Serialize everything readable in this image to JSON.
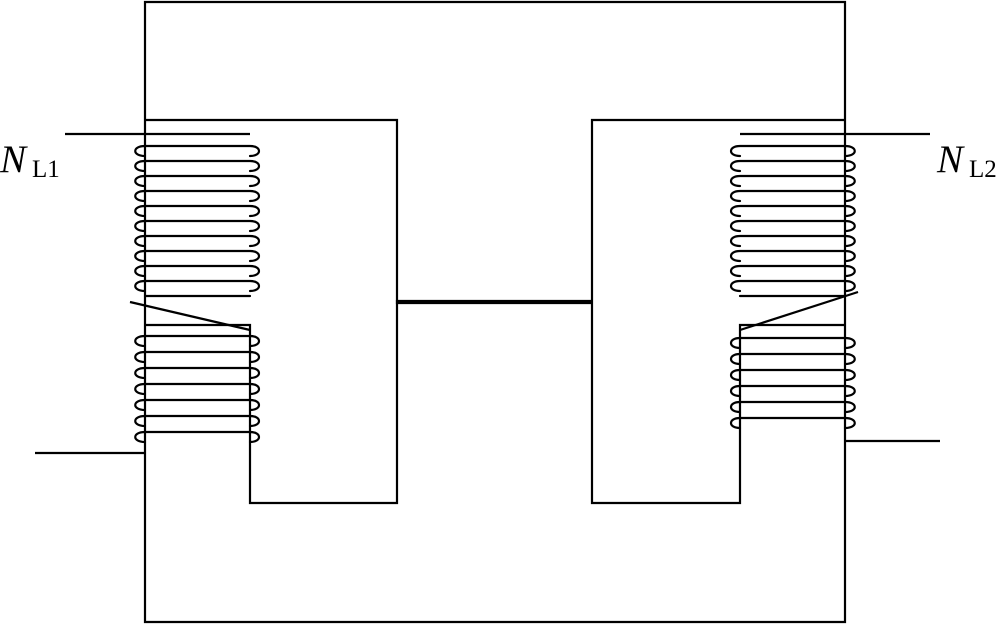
{
  "labels": {
    "left_coil": {
      "main": "N",
      "sub": "L1"
    },
    "right_coil": {
      "main": "N",
      "sub": "L2"
    }
  }
}
